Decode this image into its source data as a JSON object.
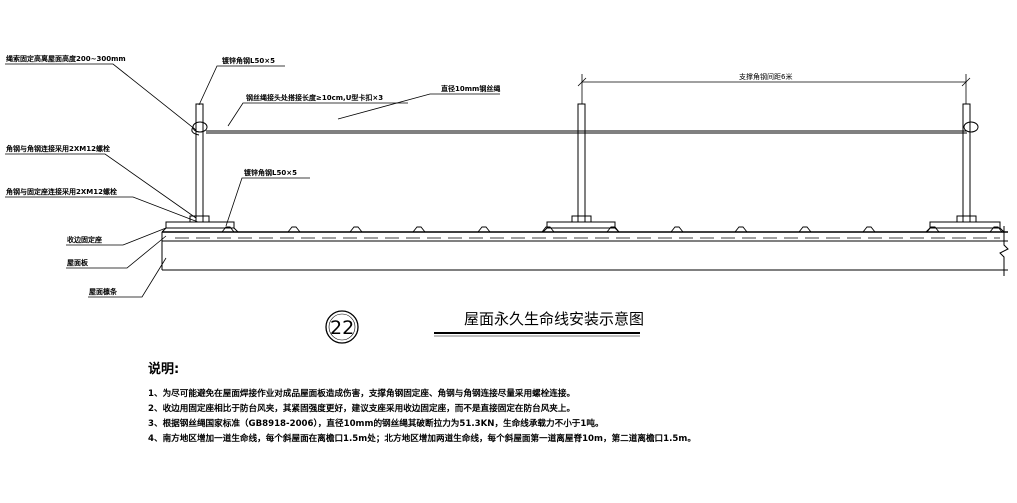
{
  "colors": {
    "line": "#000000",
    "background": "#ffffff"
  },
  "labels": {
    "rope_height": "绳索固定高离屋面高度200~300mm",
    "angle_steel_top": "镀锌角钢L50×5",
    "clamp_note": "钢丝绳接头处搭接长度≥10cm,U型卡扣×3",
    "rope_diameter": "直径10mm钢丝绳",
    "support_spacing": "支撑角钢间距6米",
    "angle_to_angle_bolt": "角钢与角钢连接采用2XM12螺栓",
    "angle_steel_mid": "镀锌角钢L50×5",
    "angle_to_base_bolt": "角钢与固定座连接采用2XM12螺栓",
    "fixed_base": "收边固定座",
    "roof_panel": "屋面板",
    "roof_purlin": "屋面檩条"
  },
  "diagram": {
    "number": "22",
    "title": "屋面永久生命线安装示意图"
  },
  "notes": {
    "heading": "说明:",
    "items": [
      "1、为尽可能避免在屋面焊接作业对成品屋面板造成伤害，支撑角钢固定座、角钢与角钢连接尽量采用螺栓连接。",
      "2、收边用固定座相比于防台风夹，其紧固强度更好，建议支座采用收边固定座，而不是直接固定在防台风夹上。",
      "3、根据钢丝绳国家标准（GB8918-2006），直径10mm的钢丝绳其破断拉力为51.3KN，生命线承载力不小于1吨。",
      "4、南方地区增加一道生命线，每个斜屋面在离檐口1.5m处；北方地区增加两道生命线，每个斜屋面第一道离屋脊10m，第二道离檐口1.5m。"
    ]
  }
}
